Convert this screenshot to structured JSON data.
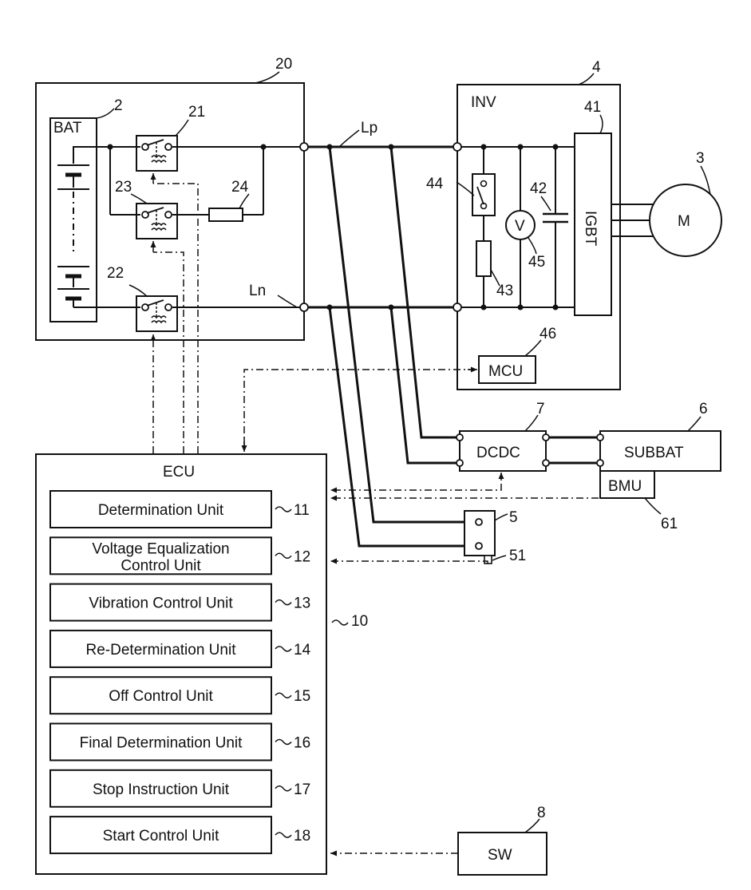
{
  "ecu": {
    "title": "ECU",
    "ref": "10",
    "units": [
      {
        "label": "Determination Unit",
        "ref": "11"
      },
      {
        "label": "Voltage Equalization",
        "label2": "Control Unit",
        "ref": "12"
      },
      {
        "label": "Vibration Control Unit",
        "ref": "13"
      },
      {
        "label": "Re-Determination Unit",
        "ref": "14"
      },
      {
        "label": "Off Control Unit",
        "ref": "15"
      },
      {
        "label": "Final Determination Unit",
        "ref": "16"
      },
      {
        "label": "Stop Instruction Unit",
        "ref": "17"
      },
      {
        "label": "Start Control Unit",
        "ref": "18"
      }
    ]
  },
  "battery_pack": {
    "ref": "20",
    "battery_label": "BAT",
    "battery_ref": "2",
    "relay_main_pos_ref": "21",
    "relay_main_neg_ref": "22",
    "relay_precharge_ref": "23",
    "resistor_ref": "24"
  },
  "lines": {
    "positive": "Lp",
    "negative": "Ln"
  },
  "inverter": {
    "title": "INV",
    "ref": "4",
    "igbt_label": "IGBT",
    "igbt_ref": "41",
    "capacitor_ref": "42",
    "resistor_ref": "43",
    "switch_ref": "44",
    "voltmeter_label": "V",
    "voltmeter_ref": "45",
    "mcu_label": "MCU",
    "mcu_ref": "46"
  },
  "motor": {
    "label": "M",
    "ref": "3"
  },
  "dcdc": {
    "label": "DCDC",
    "ref": "7"
  },
  "subbat": {
    "label": "SUBBAT",
    "ref": "6",
    "bmu_label": "BMU",
    "bmu_ref": "61"
  },
  "connector": {
    "ref": "5",
    "sensor_ref": "51"
  },
  "switch": {
    "label": "SW",
    "ref": "8"
  }
}
